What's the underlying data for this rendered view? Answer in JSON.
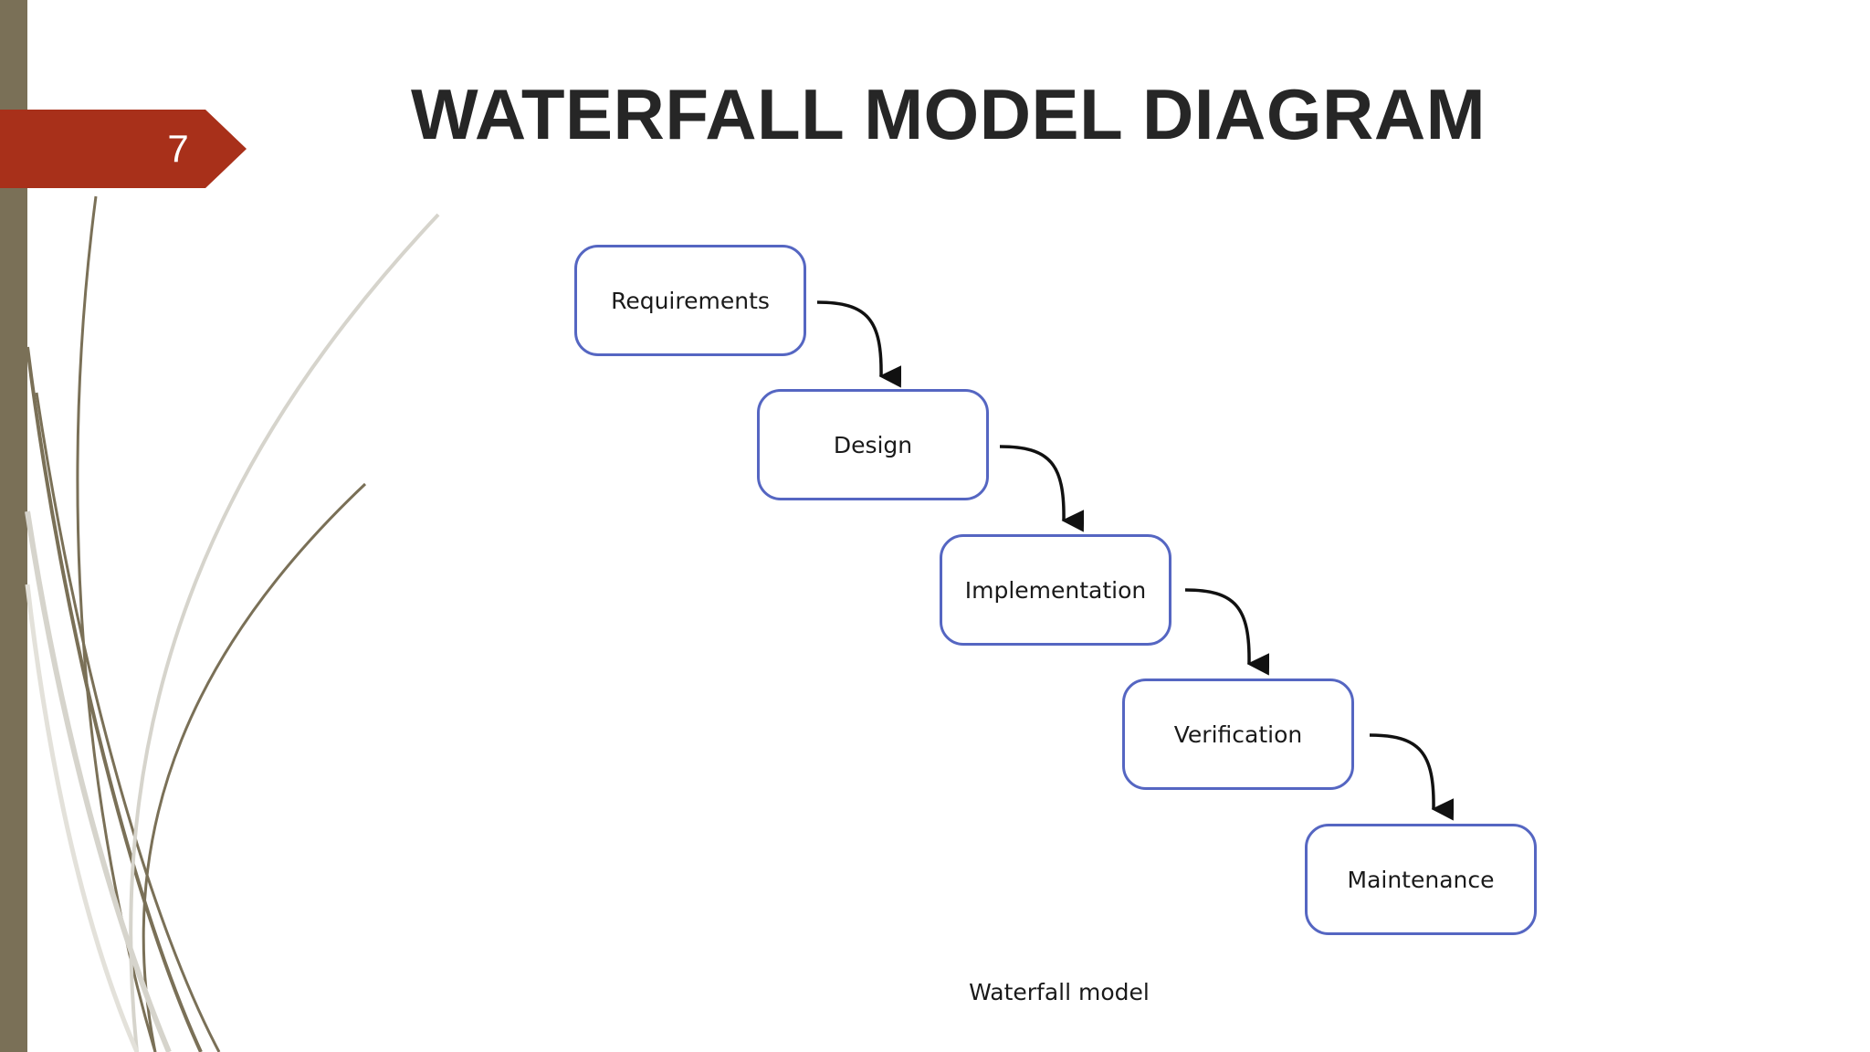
{
  "slide": {
    "number": "7",
    "title": "WATERFALL MODEL DIAGRAM"
  },
  "diagram": {
    "stages": [
      {
        "label": "Requirements"
      },
      {
        "label": "Design"
      },
      {
        "label": "Implementation"
      },
      {
        "label": "Verification"
      },
      {
        "label": "Maintenance"
      }
    ],
    "caption": "Waterfall model"
  },
  "colors": {
    "accent": "#a8301a",
    "side_bar": "#7a7057",
    "box_border": "#5566c2",
    "title_text": "#262626"
  }
}
